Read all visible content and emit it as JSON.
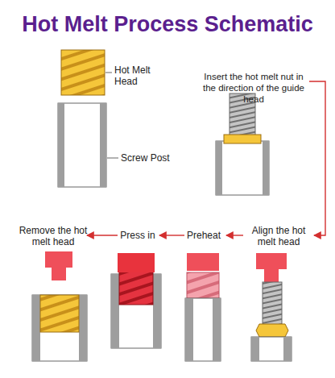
{
  "diagram": {
    "title": "Hot Melt Process Schematic",
    "labels": [
      "Hot Melt Head",
      "Screw Post",
      "Insert the hot melt nut in the direction of the guide head",
      "Align the hot melt head",
      "Preheat",
      "Press in",
      "Remove the hot melt head"
    ]
  }
}
